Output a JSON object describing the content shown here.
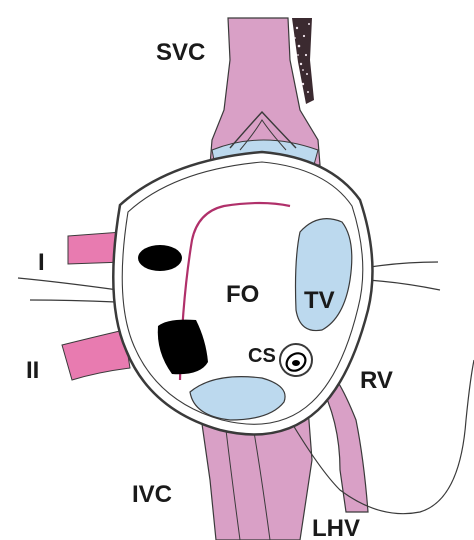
{
  "labels": {
    "svc": "SVC",
    "fo": "FO",
    "tv": "TV",
    "cs": "CS",
    "rv": "RV",
    "ivc": "IVC",
    "lhv": "LHV",
    "i": "I",
    "ii": "II"
  },
  "colors": {
    "vessel_pink": "#d9a0c6",
    "vessel_pink_dark": "#c98ab6",
    "vein_pink": "#e87bb0",
    "valve_blue": "#bcd9ee",
    "outline": "#3a3a3a",
    "fossa_rim": "#b0306a",
    "black": "#000000",
    "background": "#ffffff"
  }
}
